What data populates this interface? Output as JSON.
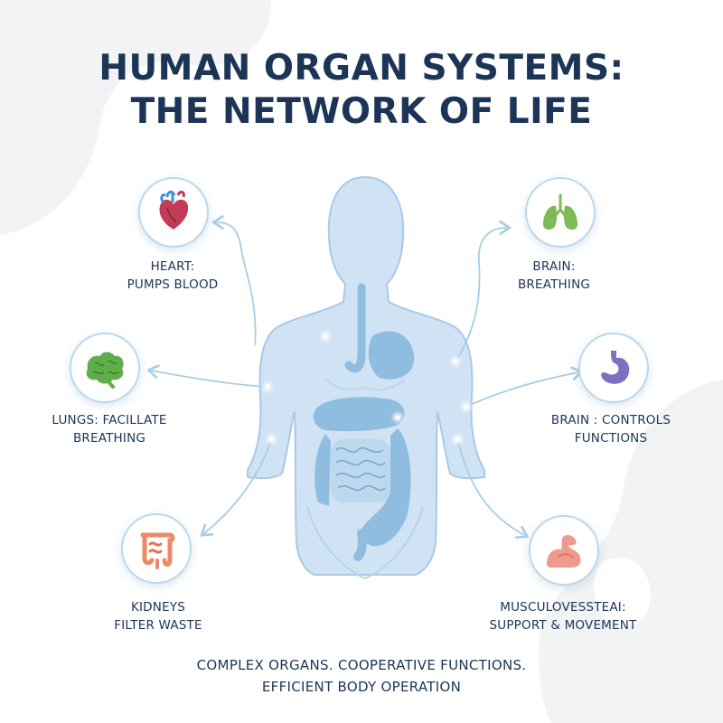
{
  "title": {
    "line1": "HUMAN ORGAN SYSTEMS:",
    "line2": "THE NETWORK OF LIFE"
  },
  "organs": [
    {
      "id": "heart",
      "icon": "heart-icon",
      "line1": "HEART:",
      "line2": "PUMPS BLOOD"
    },
    {
      "id": "lungs",
      "icon": "brain-icon",
      "line1": "LUNGS: FACILLATE",
      "line2": "BREATHING"
    },
    {
      "id": "kidneys",
      "icon": "intestine-icon",
      "line1": "KIDNEYS",
      "line2": "FILTER WASTE"
    },
    {
      "id": "brain-breathing",
      "icon": "lungs-icon",
      "line1": "BRAIN:",
      "line2": "BREATHING"
    },
    {
      "id": "brain-controls",
      "icon": "stomach-icon",
      "line1": "BRAIN : CONTROLS",
      "line2": "FUNCTIONS"
    },
    {
      "id": "musculo",
      "icon": "muscle-arm-icon",
      "line1": "MUSCULOVESSTEAI:",
      "line2": "SUPPORT & MOVEMENT"
    }
  ],
  "footer": {
    "line1": "COMPLEX ORGANS. COOPERATIVE FUNCTIONS.",
    "line2": "EFFICIENT BODY OPERATION"
  },
  "colors": {
    "title": "#1c3557",
    "body_fill": "#cfe3f4",
    "organ_fill": "#8fbde0",
    "connector": "#a9cde4",
    "heart": "#c23b55",
    "brain": "#5fae4a",
    "lungs": "#7dbb55",
    "stomach": "#7f6fbf",
    "intestine": "#ec8a67",
    "muscle": "#ee9a8e"
  }
}
